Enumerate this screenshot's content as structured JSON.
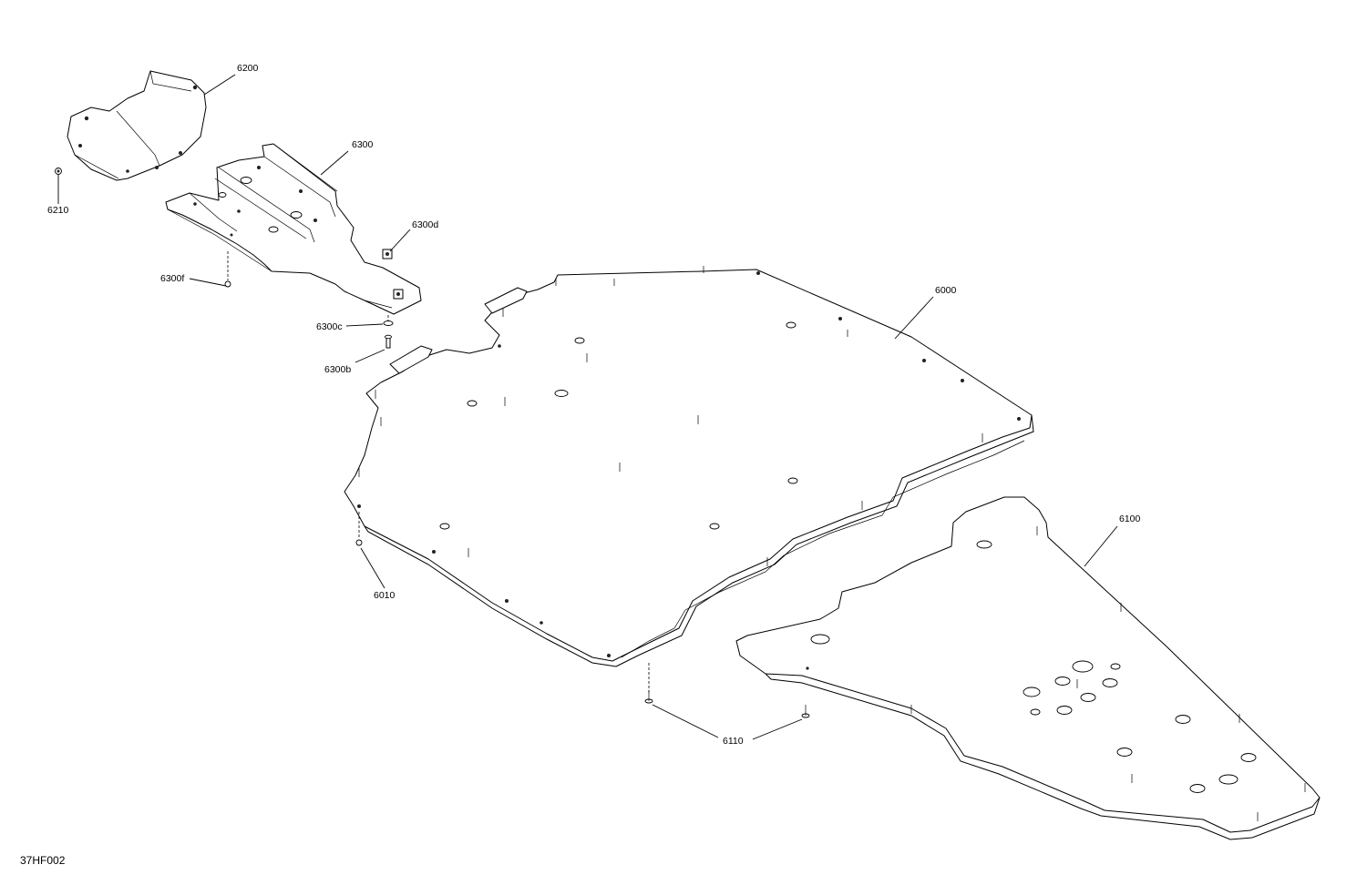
{
  "figure_code": "37HF002",
  "callouts": [
    "6200",
    "6210",
    "6300",
    "6300d",
    "6300f",
    "6300c",
    "6300b",
    "6000",
    "6010",
    "6100",
    "6110"
  ]
}
